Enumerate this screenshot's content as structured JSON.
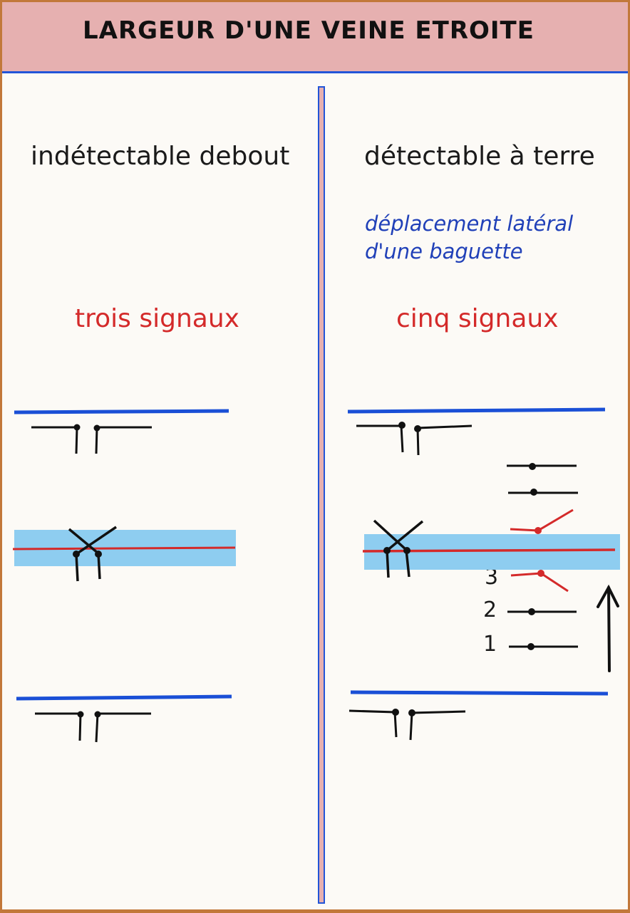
{
  "title": "LARGEUR D'UNE VEINE ETROITE",
  "left": {
    "heading": "indétectable debout",
    "signals": "trois signaux"
  },
  "right": {
    "heading": "détectable à terre",
    "note_line1": "déplacement latéral",
    "note_line2": "d'une baguette",
    "signals": "cinq signaux",
    "labels": [
      "3",
      "2",
      "1"
    ]
  },
  "colors": {
    "boundary": "#1a4fd6",
    "vein": "#8ecdf0",
    "signal": "#d42a2a",
    "rod": "#111111",
    "header": "#e6b0b0"
  }
}
